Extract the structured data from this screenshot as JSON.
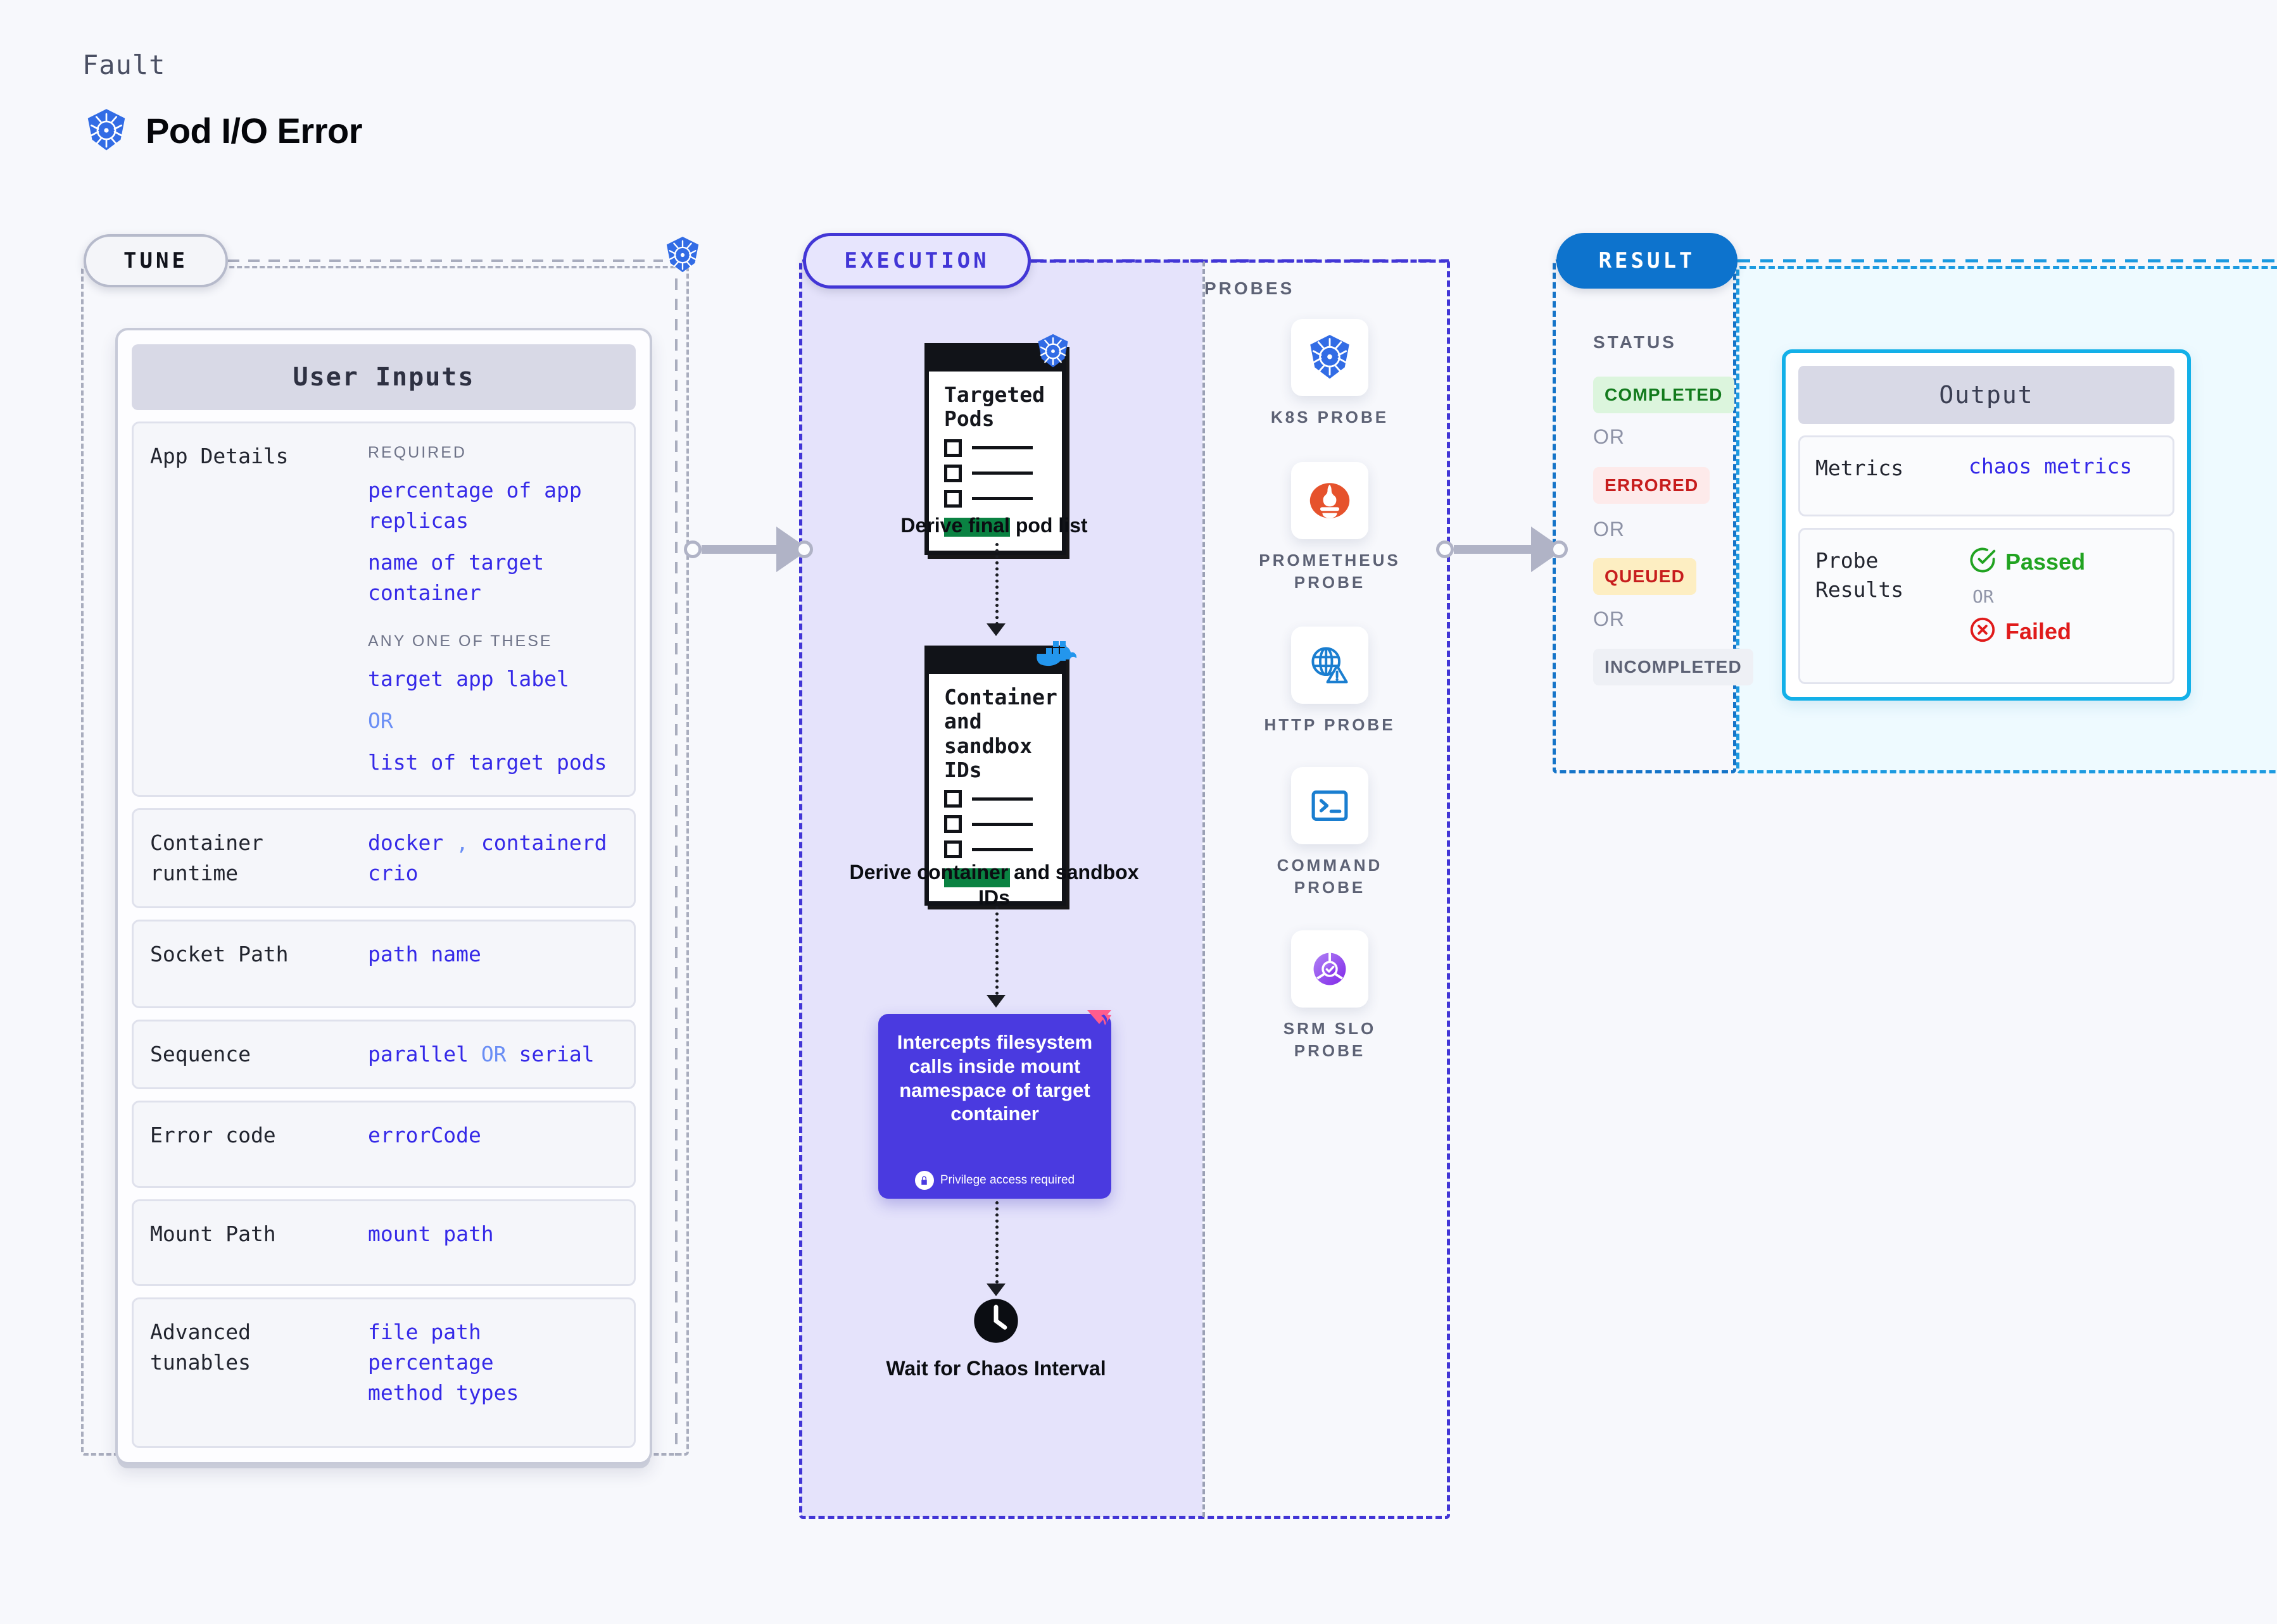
{
  "header": {
    "eyebrow": "Fault",
    "title": "Pod I/O Error",
    "icon": "kubernetes-icon"
  },
  "sections": {
    "tune": {
      "pill": "TUNE"
    },
    "execution": {
      "pill": "EXECUTION"
    },
    "result": {
      "pill": "RESULT"
    }
  },
  "tune": {
    "card_title": "User Inputs",
    "rows": [
      {
        "label": "App Details",
        "groups": [
          {
            "heading": "REQUIRED",
            "values": [
              "percentage of app replicas",
              "name of target container"
            ]
          },
          {
            "heading": "ANY ONE OF THESE",
            "values": [
              "target app label",
              "OR",
              "list of target pods"
            ]
          }
        ]
      },
      {
        "label": "Container runtime",
        "values": [
          "docker",
          ",",
          "containerd",
          "crio"
        ]
      },
      {
        "label": "Socket Path",
        "values": [
          "path name"
        ]
      },
      {
        "label": "Sequence",
        "values": [
          "parallel",
          "OR",
          "serial"
        ]
      },
      {
        "label": "Error code",
        "values": [
          "errorCode"
        ]
      },
      {
        "label": "Mount Path",
        "values": [
          "mount path"
        ]
      },
      {
        "label": "Advanced tunables",
        "values": [
          "file path",
          "percentage",
          "method types"
        ]
      }
    ]
  },
  "execution": {
    "steps": [
      {
        "card_title": "Targeted Pods",
        "caption": "Derive final pod list",
        "icon": "kubernetes-icon"
      },
      {
        "card_title": "Container and sandbox IDs",
        "caption": "Derive container and sandbox IDs",
        "icon": "docker-icon"
      }
    ],
    "action_card": {
      "text": "Intercepts filesystem calls inside mount namespace of target container",
      "note": "Privilege access required",
      "note_icon": "lock-icon",
      "corner_icon": "litmus-icon"
    },
    "wait": {
      "caption": "Wait for Chaos Interval",
      "icon": "clock-icon"
    }
  },
  "probes": {
    "title": "PROBES",
    "items": [
      {
        "label": "K8S PROBE",
        "icon": "kubernetes-icon"
      },
      {
        "label": "PROMETHEUS PROBE",
        "icon": "prometheus-icon"
      },
      {
        "label": "HTTP PROBE",
        "icon": "http-globe-warning-icon"
      },
      {
        "label": "COMMAND PROBE",
        "icon": "terminal-icon"
      },
      {
        "label": "SRM SLO PROBE",
        "icon": "srm-slo-icon"
      }
    ]
  },
  "result": {
    "status_title": "STATUS",
    "statuses": [
      {
        "label": "COMPLETED",
        "bg": "#dcf5dd",
        "fg": "#127a1c"
      },
      {
        "label": "ERRORED",
        "bg": "#fdeaea",
        "fg": "#c71d1d"
      },
      {
        "label": "QUEUED",
        "bg": "#fdeec2",
        "fg": "#c71d1d"
      },
      {
        "label": "INCOMPLETED",
        "bg": "#eef0f5",
        "fg": "#5d6275"
      }
    ],
    "separator": "OR",
    "output": {
      "title": "Output",
      "metrics_label": "Metrics",
      "metrics_value": "chaos metrics",
      "probe_label": "Probe Results",
      "passed": "Passed",
      "failed": "Failed",
      "or": "OR",
      "passed_icon": "check-circle-icon",
      "failed_icon": "x-circle-icon"
    }
  },
  "colors": {
    "accent_purple": "#4236d6",
    "accent_blue": "#0d73cd",
    "value_blue": "#3529e8",
    "or_blue": "#6a8ef5",
    "green": "#127a1c",
    "red": "#c71d1d"
  }
}
